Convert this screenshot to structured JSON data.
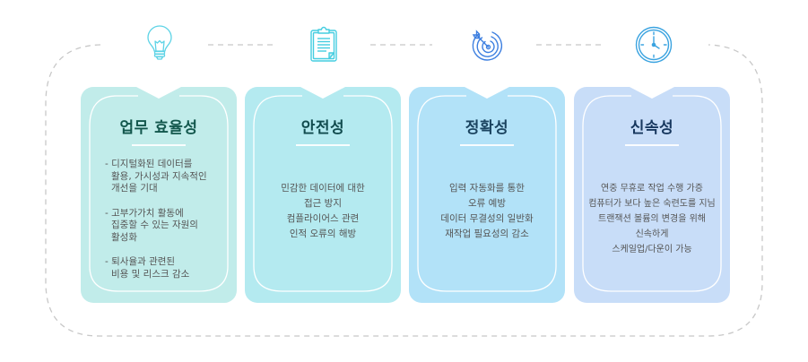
{
  "colors": {
    "dashed_border": "#c8c8c8",
    "card_1_bg": "#c1ecea",
    "card_2_bg": "#b4eaf0",
    "card_3_bg": "#b2e2f8",
    "card_4_bg": "#c8ddf8",
    "title_green": "#13574d",
    "title_teal": "#114b4e",
    "title_blue": "#1b4460",
    "title_navy": "#17375e",
    "icon_teal": "#5dd3e6",
    "icon_blue": "#3d7fe0",
    "icon_sky": "#3aa3e0",
    "body_text": "#555555"
  },
  "icons": [
    {
      "name": "lightbulb-icon"
    },
    {
      "name": "clipboard-icon"
    },
    {
      "name": "target-arrow-icon"
    },
    {
      "name": "clock-icon"
    }
  ],
  "cards": [
    {
      "title": "업무 효율성",
      "items": [
        {
          "lines": [
            "- 디지털화된 데이터를",
            "활용, 가시성과 지속적인",
            "개선을 기대"
          ]
        },
        {
          "lines": [
            "- 고부가가치 활동에",
            "집중할 수 있는 자원의",
            "활성화"
          ]
        },
        {
          "lines": [
            "- 퇴사율과 관련된",
            "비용 및 리스크 감소"
          ]
        }
      ]
    },
    {
      "title": "안전성",
      "lines": [
        "민감한 데이터에 대한",
        "접근 방지",
        "컴플라이어스 관련",
        "인적 오류의 해방"
      ]
    },
    {
      "title": "정확성",
      "lines": [
        "입력 자동화를 통한",
        "오류 예방",
        "데이터 무결성의 일반화",
        "재작업 필요성의 감소"
      ]
    },
    {
      "title": "신속성",
      "lines": [
        "연중 무휴로 작업 수행 가증",
        "컴퓨터가 보다 높은 숙련도를 지님",
        "트랜잭션 볼륨의 변경을 위해",
        "신속하게",
        "스케일업/다운이 가능"
      ]
    }
  ]
}
